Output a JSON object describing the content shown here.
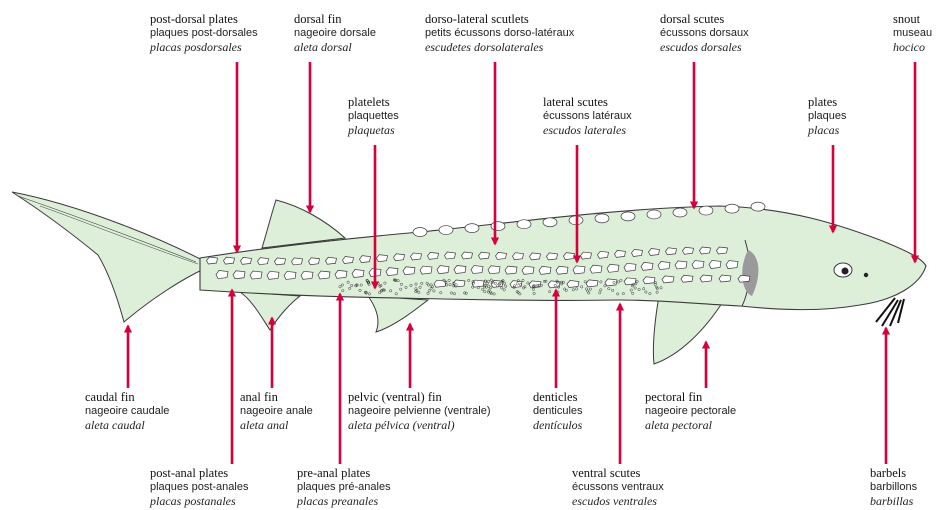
{
  "colors": {
    "arrow": "#d6003c",
    "body_fill": "#ddeed9",
    "outline": "#3a3a3a",
    "scute_fill": "#ffffff",
    "gill_patch": "#9a9a9a"
  },
  "labels": [
    {
      "id": "post-dorsal-plates",
      "en": "post-dorsal plates",
      "fr": "plaques post-dorsales",
      "es": "placas posdorsales"
    },
    {
      "id": "dorsal-fin",
      "en": "dorsal fin",
      "fr": "nageoire dorsale",
      "es": "aleta dorsal"
    },
    {
      "id": "dorso-lateral-scutlets",
      "en": "dorso-lateral scutlets",
      "fr": "petits écussons dorso-latéraux",
      "es": "escudetes dorsolaterales"
    },
    {
      "id": "dorsal-scutes",
      "en": "dorsal scutes",
      "fr": "écussons dorsaux",
      "es": "escudos dorsales"
    },
    {
      "id": "snout",
      "en": "snout",
      "fr": "museau",
      "es": "hocico"
    },
    {
      "id": "platelets",
      "en": "platelets",
      "fr": "plaquettes",
      "es": "plaquetas"
    },
    {
      "id": "lateral-scutes",
      "en": "lateral scutes",
      "fr": "écussons latéraux",
      "es": "escudos laterales"
    },
    {
      "id": "plates",
      "en": "plates",
      "fr": "plaques",
      "es": "placas"
    },
    {
      "id": "caudal-fin",
      "en": "caudal fin",
      "fr": "nageoire caudale",
      "es": "aleta caudal"
    },
    {
      "id": "anal-fin",
      "en": "anal fin",
      "fr": "nageoire anale",
      "es": "aleta anal"
    },
    {
      "id": "pelvic-fin",
      "en": "pelvic (ventral) fin",
      "fr": "nageoire pelvienne (ventrale)",
      "es": "aleta pélvica (ventral)"
    },
    {
      "id": "denticles",
      "en": "denticles",
      "fr": "denticules",
      "es": "dentículos"
    },
    {
      "id": "pectoral-fin",
      "en": "pectoral fin",
      "fr": "nageoire pectorale",
      "es": "aleta pectoral"
    },
    {
      "id": "post-anal-plates",
      "en": "post-anal plates",
      "fr": "plaques post-anales",
      "es": "placas postanales"
    },
    {
      "id": "pre-anal-plates",
      "en": "pre-anal plates",
      "fr": "plaques pré-anales",
      "es": "placas preanales"
    },
    {
      "id": "ventral-scutes",
      "en": "ventral scutes",
      "fr": "écussons ventraux",
      "es": "escudos ventrales"
    },
    {
      "id": "barbels",
      "en": "barbels",
      "fr": "barbillons",
      "es": "barbillas"
    }
  ]
}
